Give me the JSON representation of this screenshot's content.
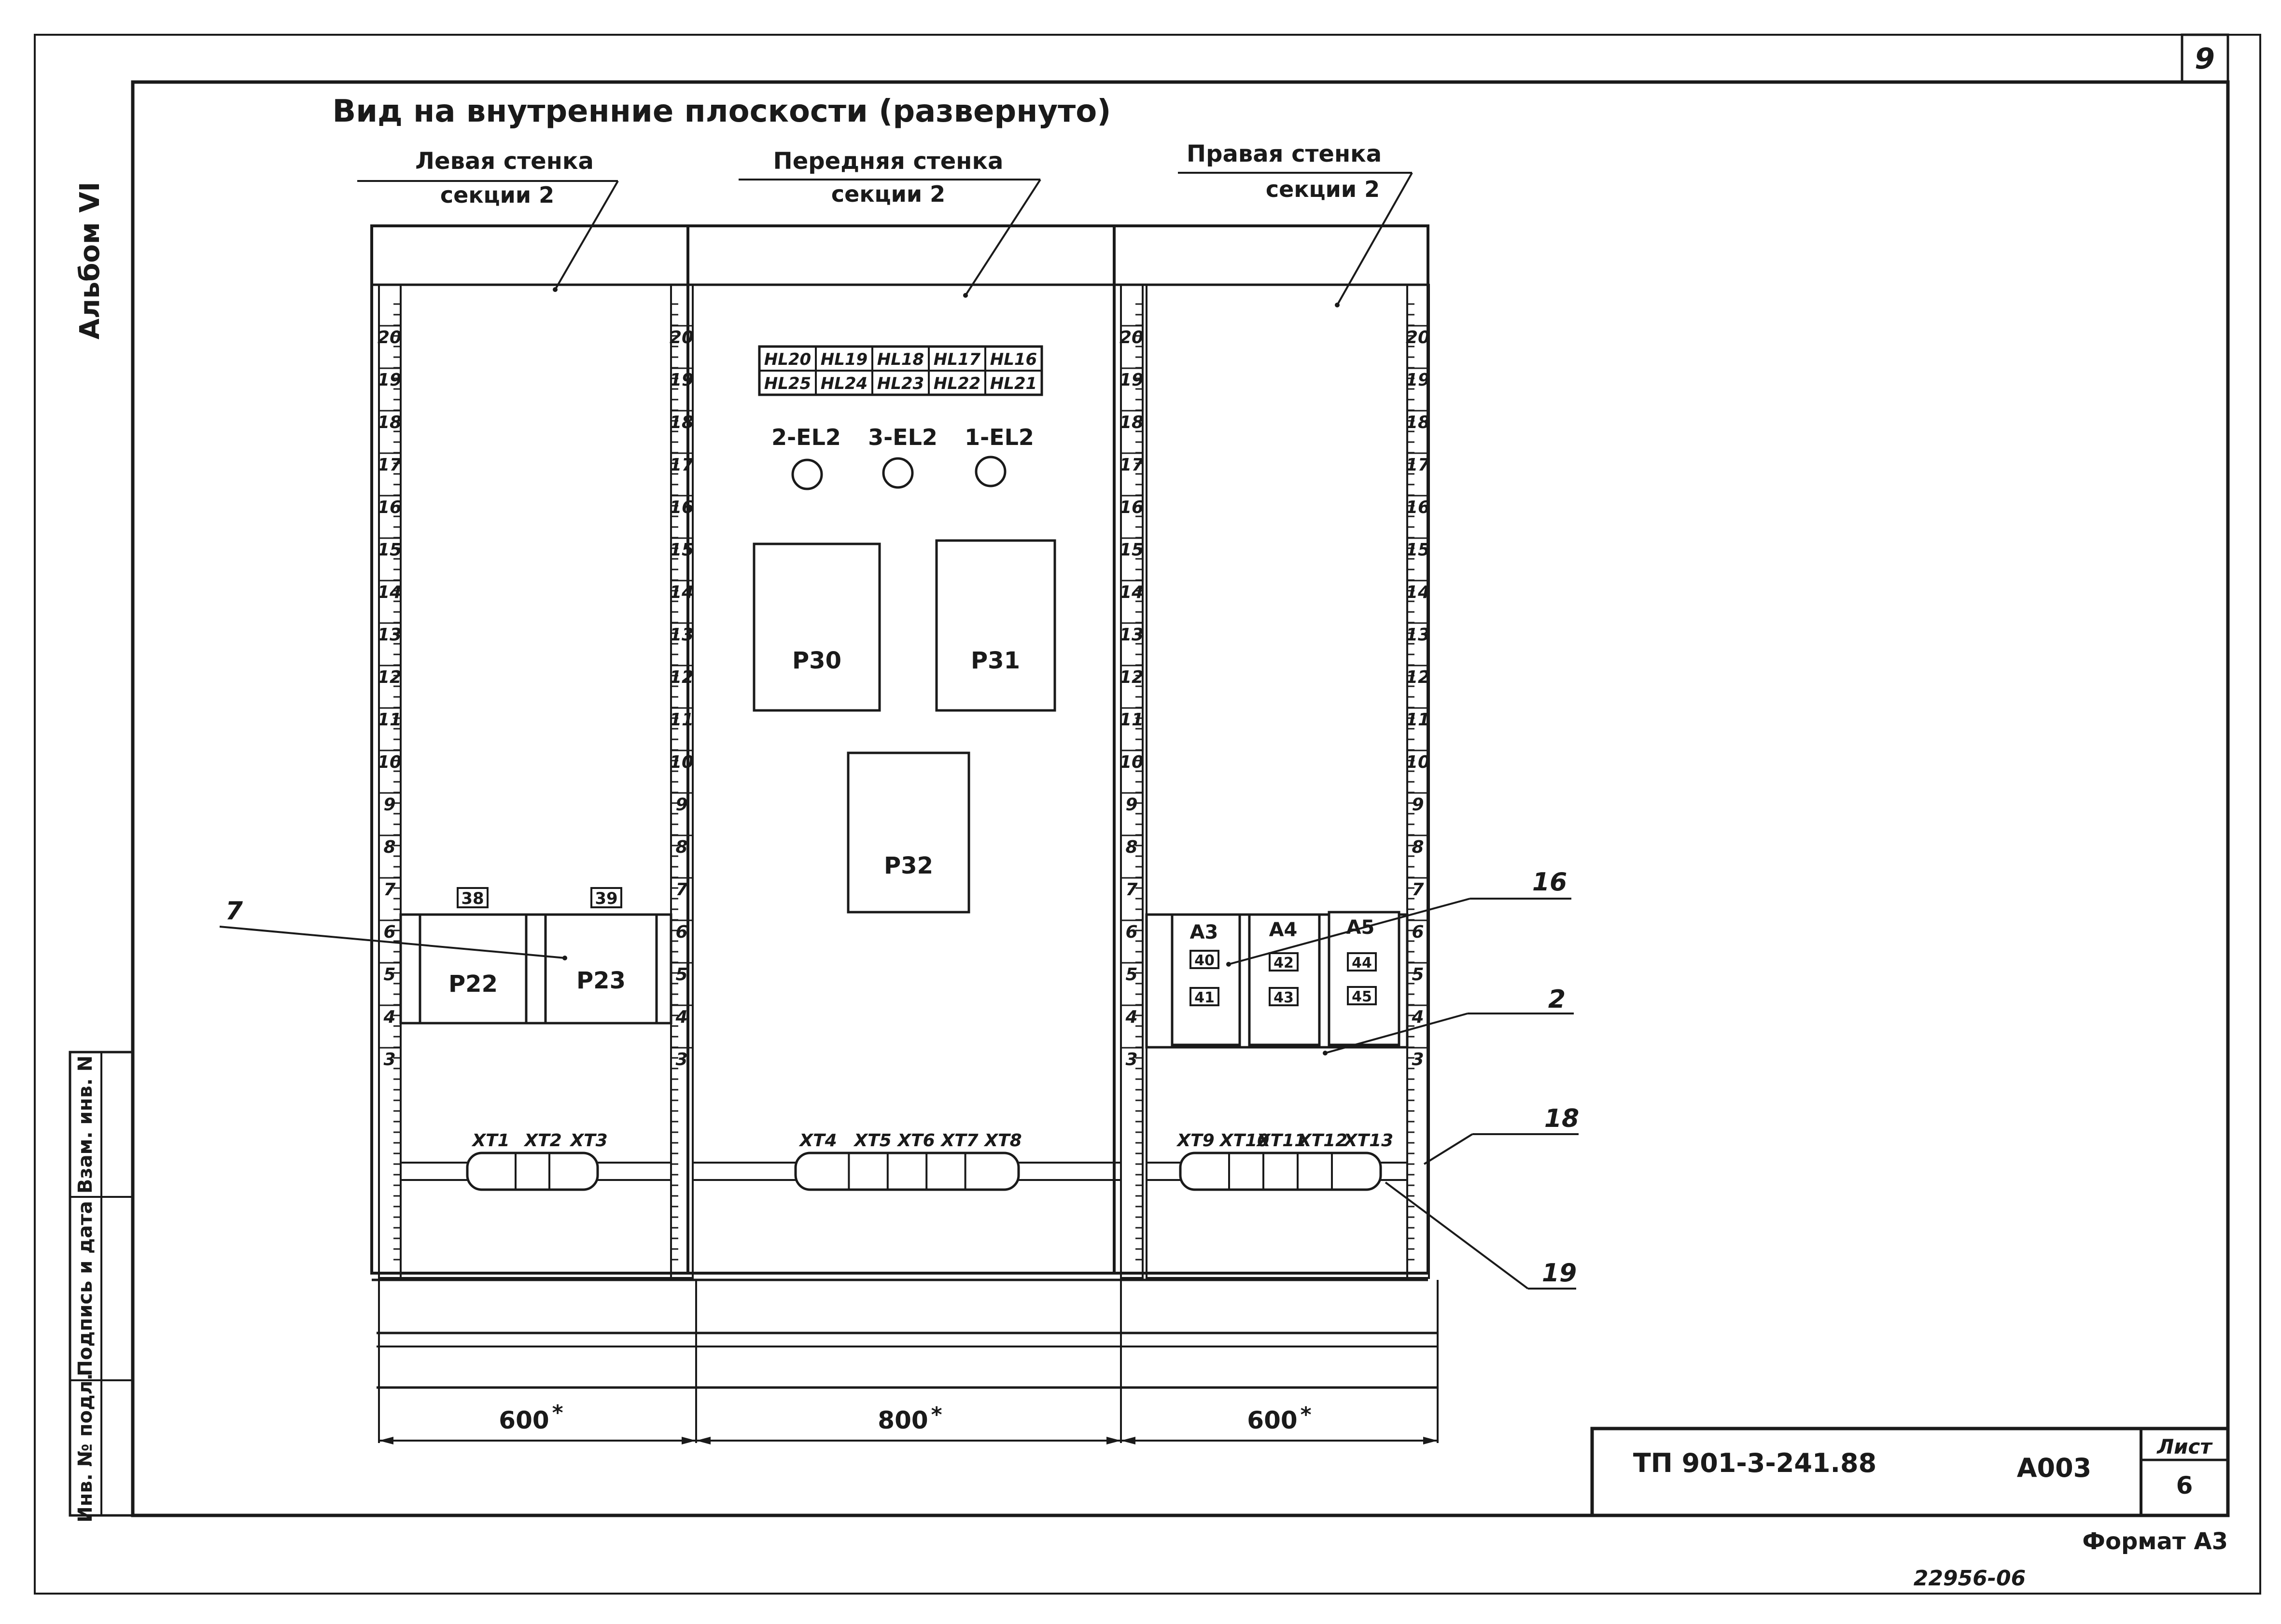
{
  "sheet_corner_number": "9",
  "album_label": "Альбом VI",
  "title": "Вид на внутренние плоскости (развернуто)",
  "walls": [
    {
      "line1": "Левая стенка",
      "line2": "секции 2",
      "width_label": "600",
      "width_mark": "*"
    },
    {
      "line1": "Передняя стенка",
      "line2": "секции 2",
      "width_label": "800",
      "width_mark": "*"
    },
    {
      "line1": "Правая стенка",
      "line2": "секции 2",
      "width_label": "600",
      "width_mark": "*"
    }
  ],
  "scale_marks": [
    "20",
    "19",
    "18",
    "17",
    "16",
    "15",
    "14",
    "13",
    "12",
    "11",
    "10",
    "9",
    "8",
    "7",
    "6",
    "5",
    "4",
    "3"
  ],
  "lamps_row1": [
    "HL20",
    "HL19",
    "HL18",
    "HL17",
    "HL16"
  ],
  "lamps_row2": [
    "HL25",
    "HL24",
    "HL23",
    "HL22",
    "HL21"
  ],
  "el_labels": [
    "2-EL2",
    "3-EL2",
    "1-EL2"
  ],
  "relays": {
    "p30": "P30",
    "p31": "P31",
    "p32": "P32",
    "p22": "P22",
    "p23": "P23"
  },
  "small_numbers": {
    "n38": "38",
    "n39": "39",
    "n40": "40",
    "n41": "41",
    "n42": "42",
    "n43": "43",
    "n44": "44",
    "n45": "45"
  },
  "modules": {
    "a3": "A3",
    "a4": "A4",
    "a5": "A5"
  },
  "terminal_labels": {
    "left": [
      "XT1",
      "XT2",
      "XT3"
    ],
    "front": [
      "XT4",
      "XT5",
      "XT6",
      "XT7",
      "XT8"
    ],
    "right": [
      "XT9",
      "XT10",
      "XT11",
      "XT12",
      "XT13"
    ]
  },
  "callouts": {
    "c7": "7",
    "c16": "16",
    "c2": "2",
    "c18": "18",
    "c19": "19"
  },
  "side_stamp": [
    "Инв. № подл.",
    "Подпись и дата",
    "Взам. инв. N"
  ],
  "title_block": {
    "code": "ТП 901-3-241.88",
    "album": "А003",
    "sheet_label": "Лист",
    "sheet_number": "6"
  },
  "format_label": "Формат А3",
  "archive_number": "22956-06"
}
